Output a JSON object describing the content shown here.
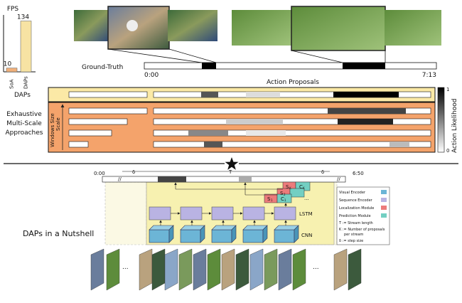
{
  "fps_chart": {
    "title": "FPS",
    "colors": {
      "soa": "#f0b07a",
      "daps": "#f7e3a3"
    }
  },
  "chart_data": {
    "type": "bar",
    "title": "FPS",
    "categories": [
      "SoA",
      "DAPs"
    ],
    "values": [
      10,
      134
    ],
    "xlabel": "",
    "ylabel": "",
    "ylim": [
      0,
      150
    ]
  },
  "timeline": {
    "ground_truth_label": "Ground-Truth",
    "start": "0:00",
    "end": "7:13",
    "proposals_title": "Action Proposals",
    "daps_label": "DAPs",
    "exhaustive_label_lines": [
      "Exhaustive",
      "Multi-Scale",
      "Approaches"
    ],
    "windows_size_label": "Windows Size",
    "scale_label": "Scale",
    "likelihood_label": "Action Likelihood",
    "likelihood_max": "1",
    "likelihood_min": "0",
    "colors": {
      "daps_band": "#fbe9a6",
      "exhaustive_band": "#f4a36b"
    }
  },
  "nutshell": {
    "title": "DAPs in a Nutshell",
    "start": "0:00",
    "end": "6:50",
    "delta": "δ",
    "T": "T",
    "lstm": "LSTM",
    "cnn": "CNN",
    "proposals": [
      "S",
      "C",
      "S",
      "C",
      "S",
      "C"
    ],
    "proposal_subs": [
      "1",
      "1",
      "2",
      "2",
      "K",
      "K"
    ],
    "ellipsis": "...",
    "legend": {
      "visual_encoder": "Visual Encoder",
      "sequence_encoder": "Sequence  Encoder",
      "localization_module": "Localization Module",
      "prediction_module": "Prediction Module",
      "T_def": "T := Stream length",
      "K_def_1": "K := Number of proposals",
      "K_def_2": "per stream",
      "delta_def": "δ := step size"
    },
    "colors": {
      "visual": "#6cb5d6",
      "sequence": "#b9b3e3",
      "localization": "#ec7b7b",
      "prediction": "#73cfc2",
      "window": "#f7f1b0"
    }
  }
}
